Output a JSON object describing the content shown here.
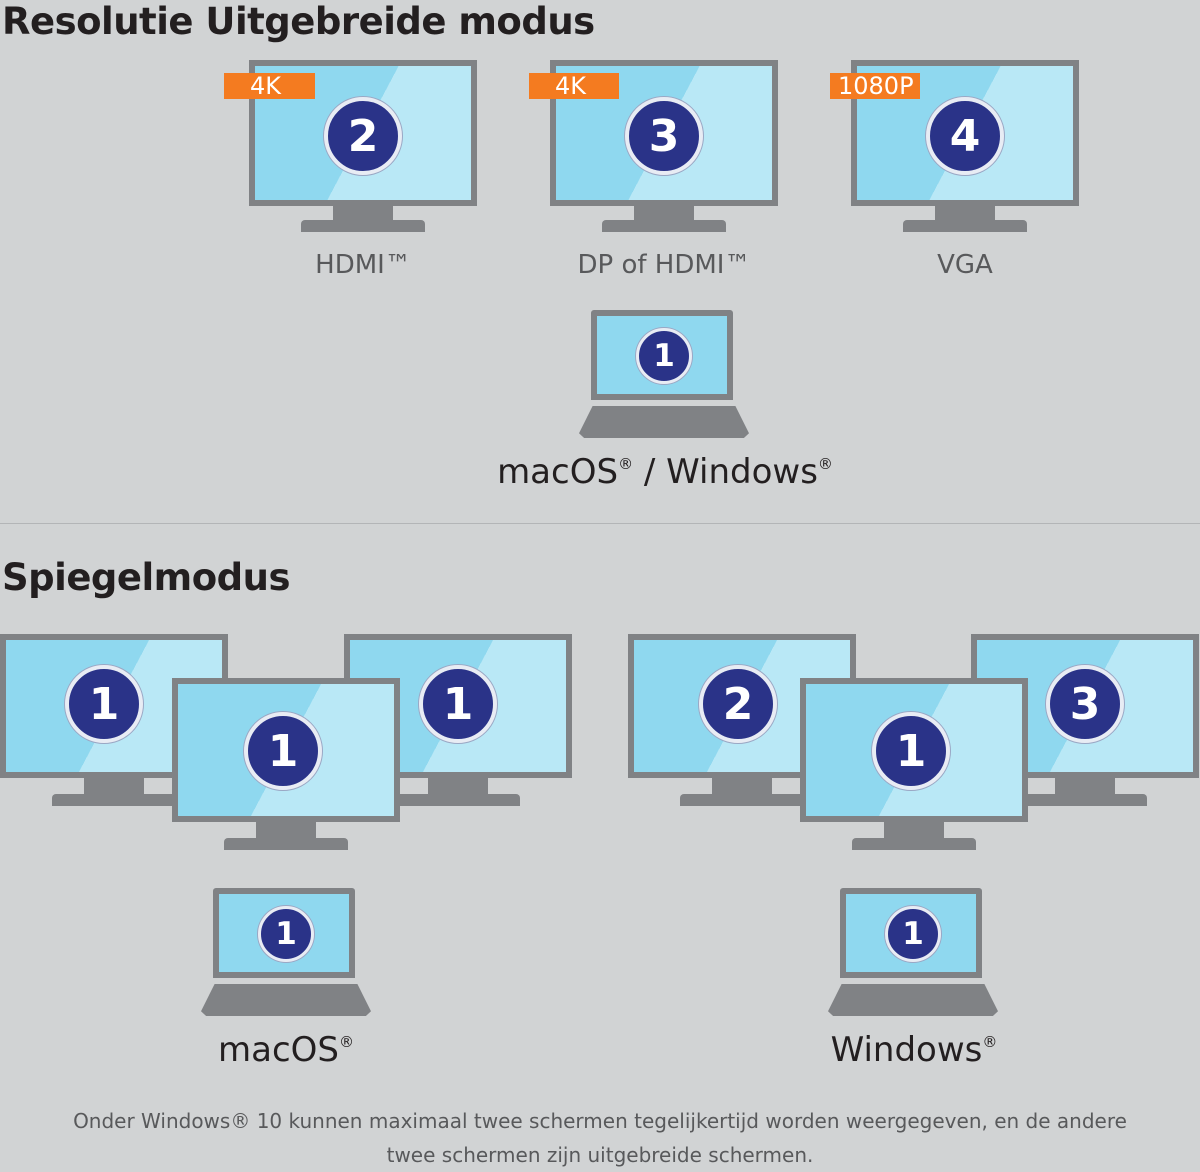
{
  "extended": {
    "title": "Resolutie Uitgebreide modus",
    "displays": [
      {
        "number": "2",
        "resolution": "4K",
        "port": "HDMI™"
      },
      {
        "number": "3",
        "resolution": "4K",
        "port": "DP of HDMI™"
      },
      {
        "number": "4",
        "resolution": "1080P",
        "port": "VGA"
      }
    ],
    "laptop_number": "1",
    "os_label": {
      "mac": "macOS",
      "separator": " / ",
      "win": "Windows",
      "reg": "®"
    }
  },
  "mirror": {
    "title": "Spiegelmodus",
    "macos": {
      "monitor_numbers": [
        "1",
        "1",
        "1"
      ],
      "laptop_number": "1",
      "label": "macOS",
      "reg": "®"
    },
    "windows": {
      "monitor_numbers": [
        "2",
        "1",
        "3"
      ],
      "laptop_number": "1",
      "label": "Windows",
      "reg": "®"
    }
  },
  "footnote": {
    "line1": "Onder Windows® 10 kunnen maximaal twee schermen tegelijkertijd worden weergegeven, en de andere",
    "line2": "twee schermen zijn uitgebreide schermen."
  },
  "colors": {
    "background": "#d1d3d4",
    "screen": "#8fd8ef",
    "frame": "#808285",
    "badge": "#2a3388",
    "resolution_tag": "#f47b20"
  },
  "icons": [
    "monitor-icon",
    "laptop-icon"
  ]
}
